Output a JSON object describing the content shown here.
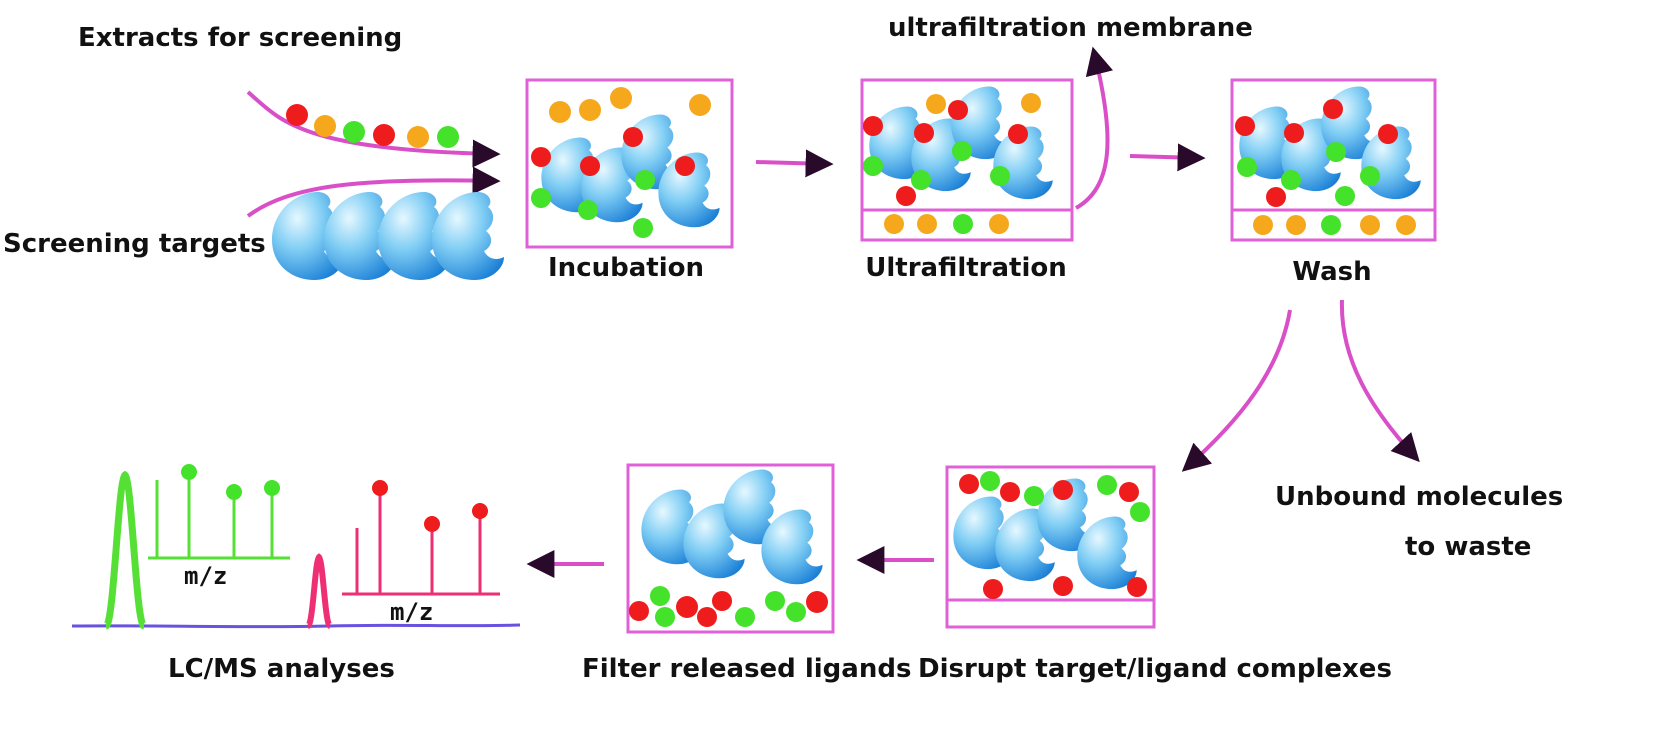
{
  "labels": {
    "extracts": "Extracts for screening",
    "targets": "Screening targets",
    "incubation": "Incubation",
    "ultrafiltration": "Ultrafiltration",
    "membrane": "ultrafiltration membrane",
    "wash": "Wash",
    "waste_line1": "Unbound molecules",
    "waste_line2": "to waste",
    "disrupt": "Disrupt target/ligand complexes",
    "filter": "Filter released ligands",
    "lcms": "LC/MS analyses",
    "mz_green": "m/z",
    "mz_red": "m/z"
  },
  "colors": {
    "frame": "#e060d8",
    "arrow": "#d94fc8",
    "ligand_red": "#ee1c1c",
    "ligand_green": "#44e22a",
    "ligand_orange": "#f6a81d",
    "spectrum_green": "#56e036",
    "spectrum_red": "#ee2f73",
    "baseline": "#6a52e0",
    "target_light": "#bfe9fb",
    "target_dark": "#1a86d9"
  },
  "icons": {
    "target": "crescent-protein-icon",
    "ligand": "ligand-dot-icon"
  }
}
